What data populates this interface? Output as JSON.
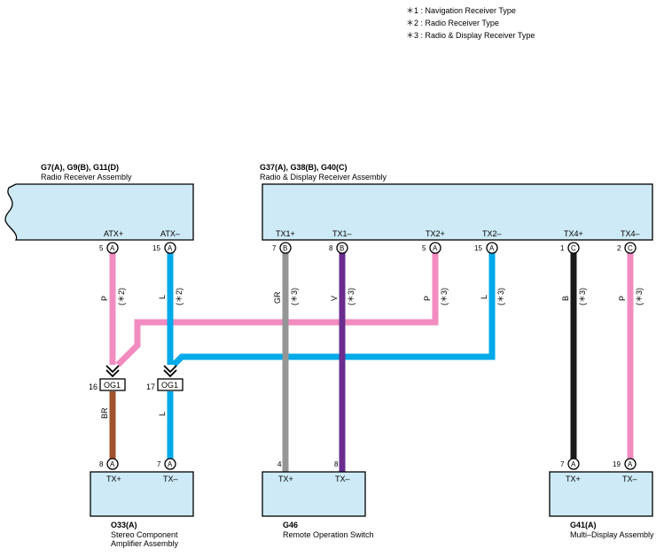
{
  "legend": [
    "＊1 : Navigation Receiver Type",
    "＊2 : Radio Receiver Type",
    "＊3 : Radio & Display Receiver Type"
  ],
  "colors": {
    "P": "#f28cc0",
    "L": "#00aaea",
    "GR": "#959595",
    "V": "#6a2c8f",
    "B": "#1a1a1a",
    "BR": "#a0522d",
    "box_fill": "#cdeaf6"
  },
  "components": {
    "radio_receiver": {
      "code": "G7(A), G9(B), G11(D)",
      "name": "Radio Receiver Assembly"
    },
    "radio_display": {
      "code": "G37(A), G38(B), G40(C)",
      "name": "Radio & Display Receiver Assembly"
    },
    "stereo_amp": {
      "code": "O33(A)",
      "name_line1": "Stereo Component",
      "name_line2": "Amplifier Assembly"
    },
    "remote_switch": {
      "code": "G46",
      "name": "Remote Operation Switch"
    },
    "multi_display": {
      "code": "G41(A)",
      "name": "Multi–Display Assembly"
    }
  },
  "pins": {
    "atx_plus": {
      "label": "ATX+",
      "num": "5",
      "conn": "A"
    },
    "atx_minus": {
      "label": "ATX–",
      "num": "15",
      "conn": "A"
    },
    "tx1_plus": {
      "label": "TX1+",
      "num": "7",
      "conn": "B"
    },
    "tx1_minus": {
      "label": "TX1–",
      "num": "8",
      "conn": "B"
    },
    "tx2_plus": {
      "label": "TX2+",
      "num": "5",
      "conn": "A"
    },
    "tx2_minus": {
      "label": "TX2–",
      "num": "15",
      "conn": "A"
    },
    "tx4_plus": {
      "label": "TX4+",
      "num": "1",
      "conn": "C"
    },
    "tx4_minus": {
      "label": "TX4–",
      "num": "2",
      "conn": "C"
    },
    "amp_tx_plus": {
      "label": "TX+",
      "num": "8",
      "conn": "A"
    },
    "amp_tx_minus": {
      "label": "TX–",
      "num": "7",
      "conn": "A"
    },
    "rs_tx_plus": {
      "label": "TX+",
      "num": "4"
    },
    "rs_tx_minus": {
      "label": "TX–",
      "num": "8"
    },
    "md_tx_plus": {
      "label": "TX+",
      "num": "7",
      "conn": "A"
    },
    "md_tx_minus": {
      "label": "TX–",
      "num": "19",
      "conn": "A"
    }
  },
  "junctions": {
    "og1_a": {
      "num": "16",
      "label": "OG1"
    },
    "og1_b": {
      "num": "17",
      "label": "OG1"
    }
  },
  "wire_labels": {
    "w1": {
      "color": "P",
      "note": "(＊2)"
    },
    "w2": {
      "color": "L",
      "note": "(＊2)"
    },
    "w3": {
      "color": "GR",
      "note": "(＊3)"
    },
    "w4": {
      "color": "V",
      "note": "(＊3)"
    },
    "w5": {
      "color": "P",
      "note": "(＊3)"
    },
    "w6": {
      "color": "L",
      "note": "(＊3)"
    },
    "w7": {
      "color": "B",
      "note": "(＊3)"
    },
    "w8": {
      "color": "P",
      "note": "(＊3)"
    },
    "w9": {
      "color": "BR"
    },
    "w10": {
      "color": "L"
    }
  }
}
